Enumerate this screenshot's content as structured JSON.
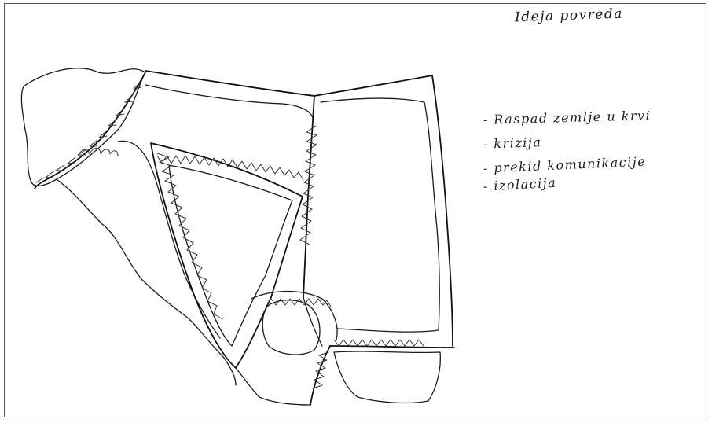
{
  "title": "Ideja povreda",
  "notes": [
    "- Raspad zemlje u krvi",
    "- krizija",
    "- prekid komunikacije",
    "- izolacija"
  ]
}
